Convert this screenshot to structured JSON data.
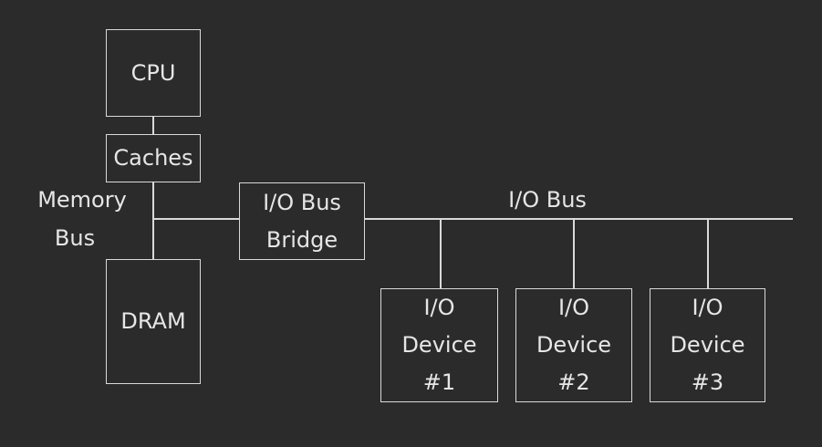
{
  "diagram": {
    "cpu": "CPU",
    "caches": "Caches",
    "dram": "DRAM",
    "memory_bus_label": [
      "Memory",
      "Bus"
    ],
    "bridge": [
      "I/O Bus",
      "Bridge"
    ],
    "io_bus_label": "I/O Bus",
    "devices": [
      {
        "line1": "I/O",
        "line2": "Device",
        "line3": "#1"
      },
      {
        "line1": "I/O",
        "line2": "Device",
        "line3": "#2"
      },
      {
        "line1": "I/O",
        "line2": "Device",
        "line3": "#3"
      }
    ],
    "colors": {
      "background": "#2b2b2b",
      "stroke": "#d9d9d9",
      "text": "#e6e6e6"
    }
  }
}
